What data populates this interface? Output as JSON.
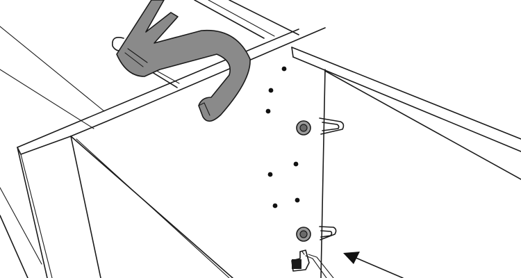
{
  "figure": {
    "subject": "furniture-assembly-step",
    "colors": {
      "line": "#1a1a1a",
      "background": "#ffffff",
      "clamp_fill": "#8a8a8a",
      "grommet_fill": "#9a9a9a",
      "dot": "#111111"
    },
    "icons": {
      "clamp": "clamp-icon",
      "arrow": "direction-arrow-icon",
      "connector": "cable-connector-icon"
    },
    "counts": {
      "upper_holes": 3,
      "lower_holes": 4,
      "cable_hooks": 2
    }
  }
}
